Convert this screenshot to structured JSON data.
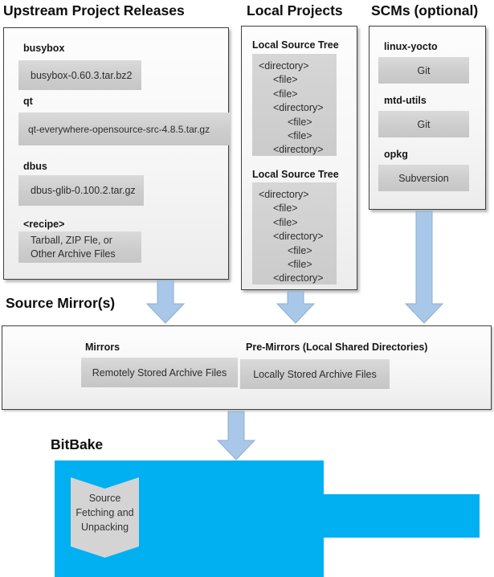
{
  "upstream": {
    "title": "Upstream Project Releases",
    "items": [
      {
        "label": "busybox",
        "value": "busybox-0.60.3.tar.bz2"
      },
      {
        "label": "qt",
        "value": "qt-everywhere-opensource-src-4.8.5.tar.gz"
      },
      {
        "label": "dbus",
        "value": "dbus-glib-0.100.2.tar.gz"
      },
      {
        "label": "<recipe>",
        "lines": [
          "Tarball, ZIP Fle, or",
          "Other Archive Files"
        ]
      }
    ]
  },
  "local": {
    "title": "Local Projects",
    "tree_label": "Local Source Tree",
    "tree_lines": [
      "<directory>",
      "<file>",
      "<file>",
      "<directory>",
      "<file>",
      "<file>",
      "<directory>"
    ]
  },
  "scms": {
    "title": "SCMs (optional)",
    "items": [
      {
        "label": "linux-yocto",
        "value": "Git"
      },
      {
        "label": "mtd-utils",
        "value": "Git"
      },
      {
        "label": "opkg",
        "value": "Subversion"
      }
    ]
  },
  "mirrors": {
    "title": "Source Mirror(s)",
    "mirrors_label": "Mirrors",
    "mirrors_value": "Remotely Stored Archive Files",
    "premirrors_label": "Pre-Mirrors (Local Shared Directories)",
    "premirrors_value": "Locally Stored Archive Files"
  },
  "bitbake": {
    "title": "BitBake",
    "banner_lines": [
      "Source",
      "Fetching and",
      "Unpacking"
    ]
  },
  "colors": {
    "cyan": "#00b0f0",
    "arrow_fill": "#a9c7e8",
    "arrow_stroke": "#8cafd0",
    "panel_border": "#3f3f3f",
    "item_box_gray": "#cdcdcd"
  }
}
